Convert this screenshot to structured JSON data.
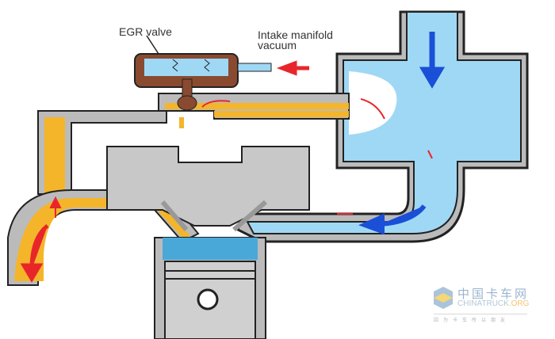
{
  "labels": {
    "egr_valve": "EGR valve",
    "intake_vacuum_line1": "Intake manifold",
    "intake_vacuum_line2": "vacuum"
  },
  "watermark": {
    "chinese": "中国卡车网",
    "english": "CHINATRUCK",
    "english_suffix": ".ORG",
    "slogan": "因为卡车所以朋友"
  },
  "colors": {
    "intake": "#9fd8f5",
    "exhaust": "#f5b52a",
    "wall": "#bbbbbb",
    "outline": "#222222",
    "arrow_red": "#e8262a",
    "arrow_blue": "#1a4fd8",
    "valve": "#8a4a30"
  }
}
